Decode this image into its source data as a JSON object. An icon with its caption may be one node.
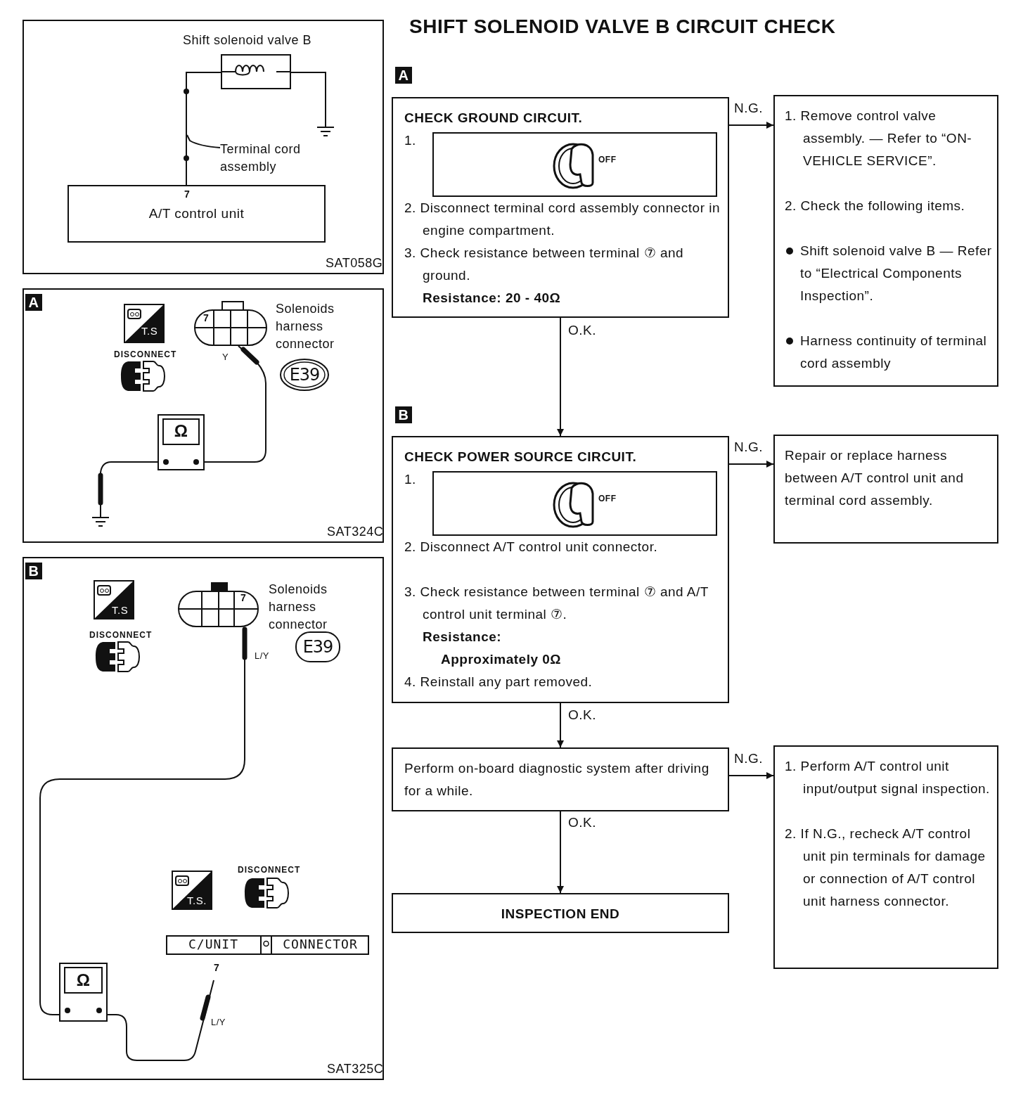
{
  "diagram": {
    "title": "SHIFT SOLENOID VALVE B CIRCUIT CHECK",
    "nodes": [
      {
        "text": [
          "Shift solenoid valve B"
        ]
      },
      {
        "text": [
          "Terminal cord assembly"
        ]
      },
      {
        "text": [
          "7",
          "A/T control unit"
        ]
      },
      {
        "text": [
          "7"
        ]
      },
      {
        "text": [
          "E39"
        ]
      },
      {
        "text": [
          "Ω"
        ]
      },
      {
        "text": [
          "7"
        ]
      },
      {
        "text": [
          "E39"
        ]
      },
      {
        "text": [
          "C/UNIT",
          "CONNECTOR",
          "7"
        ]
      },
      {
        "text": [
          "Ω"
        ]
      },
      {
        "text": [
          "CHECK GROUND CIRCUIT.",
          "1.",
          "OFF",
          "2. Disconnect terminal cord assembly connector in engine compartment.",
          "3. Check resistance between terminal ⑦ and ground.",
          "Resistance: 20 - 40Ω"
        ]
      },
      {
        "text": [
          "1. Remove control valve assembly. — Refer to “ON-VEHICLE SERVICE”.",
          "2. Check the following items.",
          "Shift solenoid valve B — Refer to “Electrical Components Inspection”.",
          "Harness continuity of terminal cord assembly"
        ]
      },
      {
        "text": [
          "CHECK POWER SOURCE CIRCUIT.",
          "1.",
          "OFF",
          "2. Disconnect A/T control unit connector.",
          "3. Check resistance between terminal ⑦ and A/T control unit terminal ⑦.",
          "Resistance:",
          "Approximately 0Ω",
          "4. Reinstall any part removed."
        ]
      },
      {
        "text": [
          "Repair or replace harness between A/T control unit and terminal cord assembly."
        ]
      },
      {
        "text": [
          "Perform on-board diagnostic system after driving for a while."
        ]
      },
      {
        "text": [
          "1. Perform A/T control unit input/output signal inspection.",
          "2. If N.G., recheck A/T control unit pin terminals for damage or connection of A/T control unit harness connector."
        ]
      },
      {
        "text": [
          "INSPECTION END"
        ]
      }
    ],
    "edges": [
      {
        "from": 2,
        "to": 0,
        "arrow": "none"
      },
      {
        "from": 0,
        "to": null,
        "arrow": "none"
      },
      {
        "from": 1,
        "to": null,
        "arrow": "none"
      },
      {
        "from": 5,
        "to": 3,
        "arrow": "none",
        "label": "Y"
      },
      {
        "from": 5,
        "to": null,
        "arrow": "none"
      },
      {
        "from": 9,
        "to": 6,
        "arrow": "none",
        "label": "L/Y"
      },
      {
        "from": 9,
        "to": 8,
        "arrow": "none",
        "label": "L/Y"
      },
      {
        "from": 10,
        "to": 11,
        "arrow": "to",
        "label": "N.G."
      },
      {
        "from": 10,
        "to": 12,
        "arrow": "to",
        "label": "O.K."
      },
      {
        "from": 12,
        "to": 13,
        "arrow": "to",
        "label": "N.G."
      },
      {
        "from": 12,
        "to": 14,
        "arrow": "to",
        "label": "O.K."
      },
      {
        "from": 14,
        "to": 15,
        "arrow": "to",
        "label": "N.G."
      },
      {
        "from": 14,
        "to": 16,
        "arrow": "to",
        "label": "O.K."
      }
    ],
    "labels": [
      "SAT058G",
      "A",
      "T.S",
      "DISCONNECT",
      "Solenoids harness connector",
      "SAT324C",
      "B",
      "T.S",
      "DISCONNECT",
      "Solenoids harness connector",
      "T.S.",
      "DISCONNECT",
      "SAT325C",
      "A",
      "B"
    ]
  }
}
